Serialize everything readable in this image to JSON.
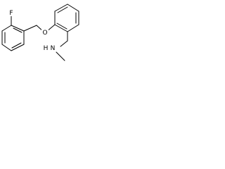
{
  "molecule": {
    "labels": {
      "fluorine": "F",
      "oxygen": "O",
      "nitrogen": "N",
      "hydrogen": "H"
    },
    "colors": {
      "bond": "#000000",
      "label": "#000000",
      "background": "#ffffff"
    }
  }
}
